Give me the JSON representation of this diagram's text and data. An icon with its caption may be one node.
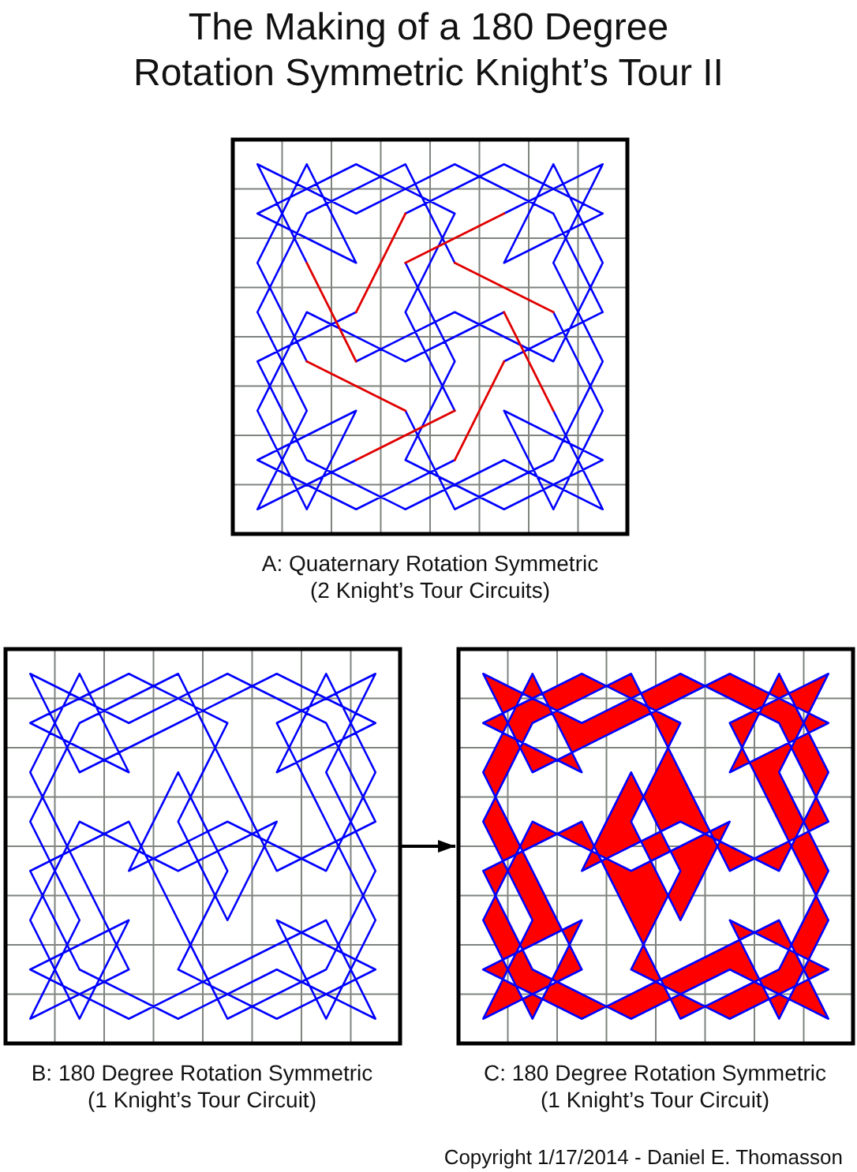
{
  "diagram": {
    "title": "The Making of a 180 Degree Rotation Symmetric Knight’s Tour II",
    "nodes": [
      {
        "text": [
          "A: Quaternary Rotation Symmetric (2 Knight’s Tour Circuits)"
        ]
      },
      {
        "text": [
          "B: 180 Degree Rotation Symmetric (1 Knight’s Tour Circuit)"
        ]
      },
      {
        "text": [
          "C: 180 Degree Rotation Symmetric (1 Knight’s Tour Circuit)"
        ]
      }
    ],
    "edges": [
      {
        "from": 1,
        "to": 2,
        "arrow": "to"
      }
    ],
    "labels": [
      "Copyright 1/17/2014 - Daniel E. Thomasson"
    ]
  }
}
